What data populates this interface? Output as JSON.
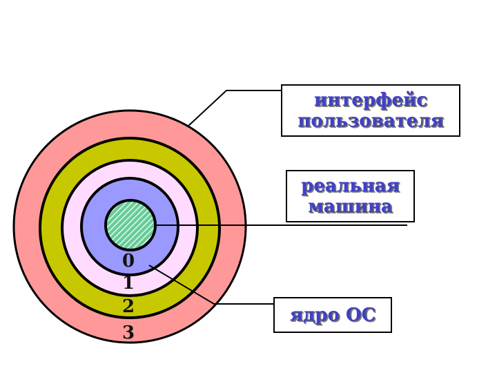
{
  "labels": {
    "user_interface": [
      "интерфейс",
      "пользователя"
    ],
    "real_machine": [
      "реальная",
      "машина"
    ],
    "os_kernel": "ядро ОС"
  },
  "ring_numbers": [
    "0",
    "1",
    "2",
    "3"
  ],
  "colors": {
    "ring_3": "#ff9999",
    "ring_2": "#c8c800",
    "ring_1": "#ffdcff",
    "ring_0": "#9999ff",
    "core_fill": "#66cc99",
    "core_hatch": "#ffffff",
    "label_text": "#4040c8",
    "outline": "#000000"
  }
}
